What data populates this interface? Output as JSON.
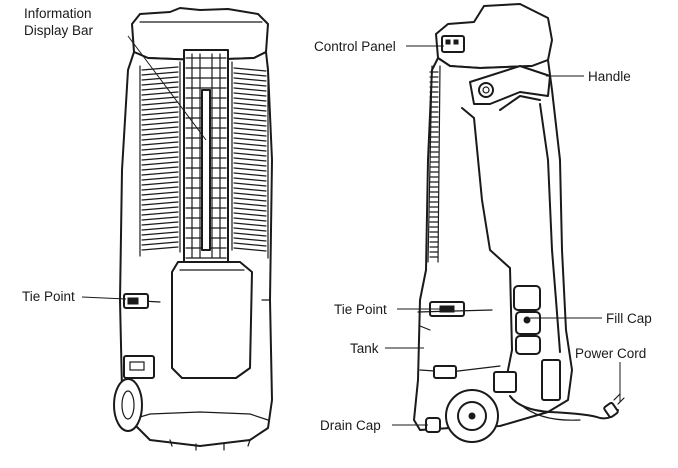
{
  "labels": {
    "info_bar_line1": "Information",
    "info_bar_line2": "Display Bar",
    "tie_point_front": "Tie Point",
    "control_panel": "Control Panel",
    "handle": "Handle",
    "tie_point_back": "Tie Point",
    "tank": "Tank",
    "fill_cap": "Fill Cap",
    "power_cord": "Power Cord",
    "drain_cap": "Drain Cap"
  },
  "colors": {
    "line": "#1a1a1a",
    "background": "#ffffff"
  }
}
